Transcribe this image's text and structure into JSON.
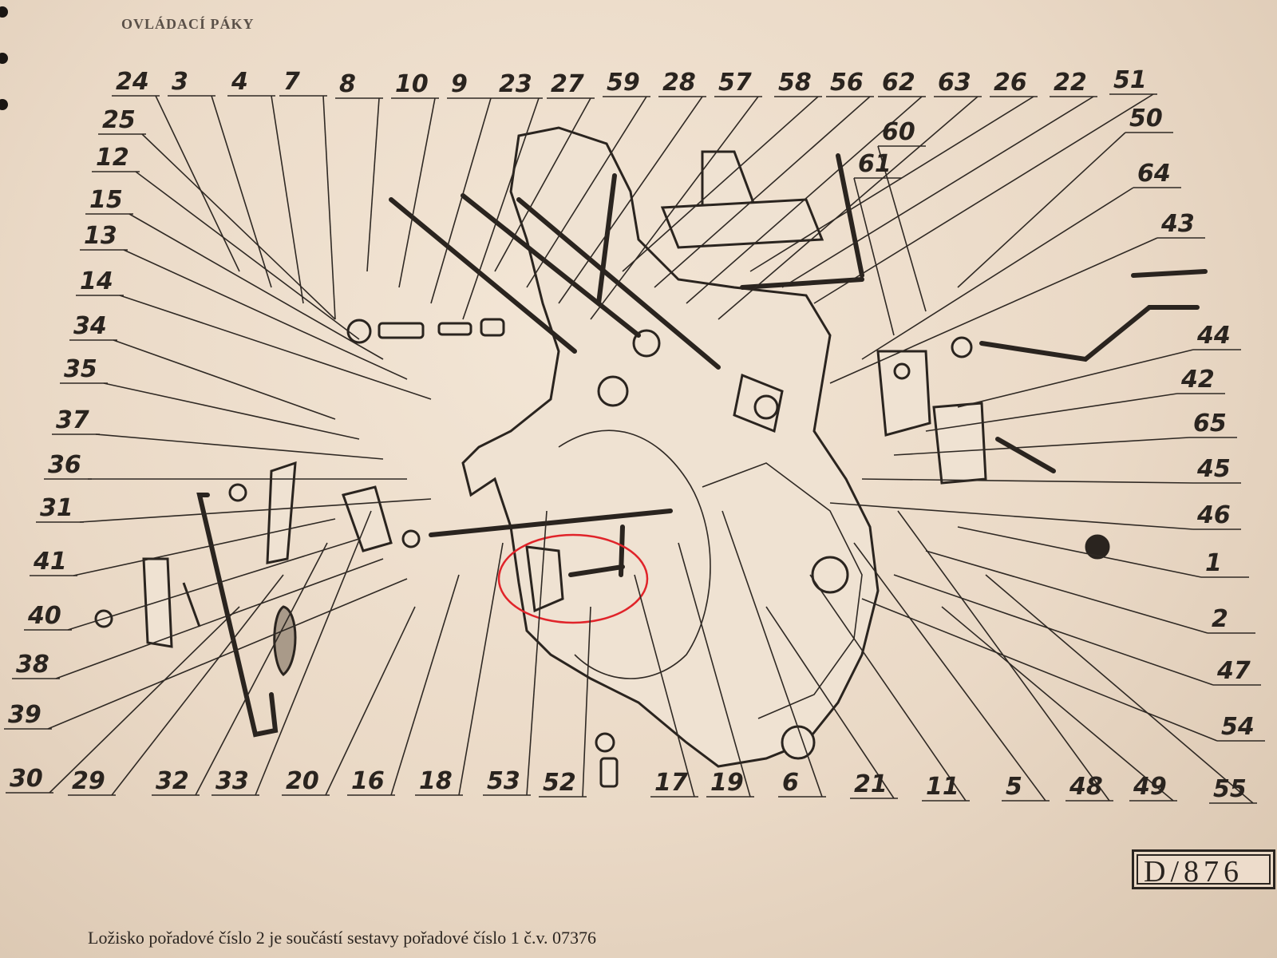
{
  "header": "OVLÁDACÍ PÁKY",
  "footer": "Ložisko pořadové číslo 2 je součástí sestavy pořadové číslo 1 č.v. 07376",
  "drawing_ref": "D/876",
  "labels_top": [
    "24",
    "3",
    "4",
    "7",
    "8",
    "10",
    "9",
    "23",
    "27",
    "59",
    "28",
    "57",
    "58",
    "56",
    "62",
    "63",
    "26",
    "22",
    "51"
  ],
  "labels_left": [
    "25",
    "12",
    "15",
    "13",
    "14",
    "34",
    "35",
    "37",
    "36",
    "31",
    "41",
    "40",
    "38",
    "39"
  ],
  "labels_right": [
    "50",
    "60",
    "61",
    "64",
    "43",
    "44",
    "42",
    "65",
    "45",
    "46",
    "1",
    "2",
    "47",
    "54"
  ],
  "labels_bottom": [
    "30",
    "29",
    "32",
    "33",
    "20",
    "16",
    "18",
    "53",
    "52",
    "17",
    "19",
    "6",
    "21",
    "11",
    "5",
    "48",
    "49",
    "55"
  ],
  "highlight_color": "#e0242a"
}
